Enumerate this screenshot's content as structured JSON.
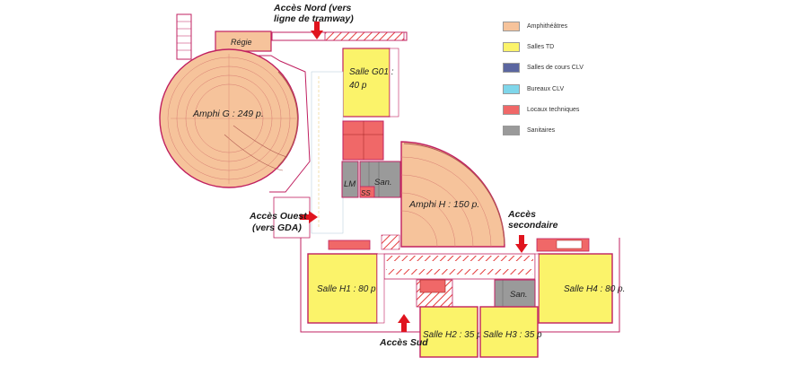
{
  "legend": {
    "items": [
      {
        "label": "Amphithéâtres",
        "color": "#f6c39b"
      },
      {
        "label": "Salles TD",
        "color": "#fbf36a"
      },
      {
        "label": "Salles de cours CLV",
        "color": "#5b66a0"
      },
      {
        "label": "Bureaux CLV",
        "color": "#7fd6ea"
      },
      {
        "label": "Locaux techniques",
        "color": "#f06868"
      },
      {
        "label": "Sanitaires",
        "color": "#9a9a9a"
      }
    ]
  },
  "rooms": {
    "regie": "Régie",
    "amphi_g": "Amphi G : 249 p.",
    "salle_g01_line1": "Salle G01 :",
    "salle_g01_line2": "40 p",
    "lm": "LM",
    "san_top": "San.",
    "ss": "SS",
    "amphi_h": "Amphi H : 150 p.",
    "salle_h1": "Salle H1 : 80 p",
    "salle_h4": "Salle H4 : 80 p.",
    "salle_h2": "Salle H2 : 35 p",
    "salle_h3": "Salle H3 : 35 p",
    "san_bottom": "San."
  },
  "access": {
    "nord_line1": "Accès Nord (vers",
    "nord_line2": "ligne de tramway)",
    "ouest_line1": "Accès Ouest",
    "ouest_line2": "(vers GDA)",
    "secondaire_line1": "Accès",
    "secondaire_line2": "secondaire",
    "sud": "Accès Sud"
  },
  "colors": {
    "amphi": "#f6c39b",
    "td": "#fbf36a",
    "tech": "#f06868",
    "sanitary": "#9a9a9a",
    "corridor": "#eef6fb",
    "wall": "#c02060",
    "arrow": "#e0141e"
  }
}
